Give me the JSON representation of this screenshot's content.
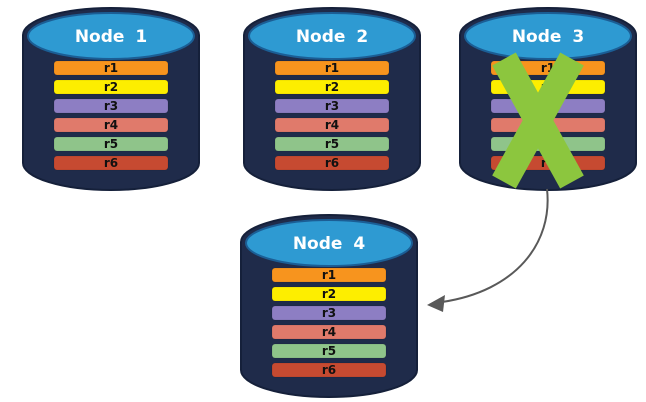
{
  "diagram": {
    "background": "#FFFFFF",
    "nodes": [
      {
        "title": "Node 1",
        "crossed_out": false
      },
      {
        "title": "Node 2",
        "crossed_out": false
      },
      {
        "title": "Node 3",
        "crossed_out": true
      },
      {
        "title": "Node 4",
        "crossed_out": false
      }
    ],
    "records": [
      {
        "label": "r1",
        "color": "#F7941E"
      },
      {
        "label": "r2",
        "color": "#FDEE00"
      },
      {
        "label": "r3",
        "color": "#8D7EC3"
      },
      {
        "label": "r4",
        "color": "#E07A6B"
      },
      {
        "label": "r5",
        "color": "#8FC48A"
      },
      {
        "label": "r6",
        "color": "#C64A31"
      }
    ],
    "colors": {
      "cylinder_body": "#1F2B4A",
      "cylinder_top": "#2E9AD2",
      "failure_x": "#8CC63E",
      "arrow": "#595959"
    }
  }
}
